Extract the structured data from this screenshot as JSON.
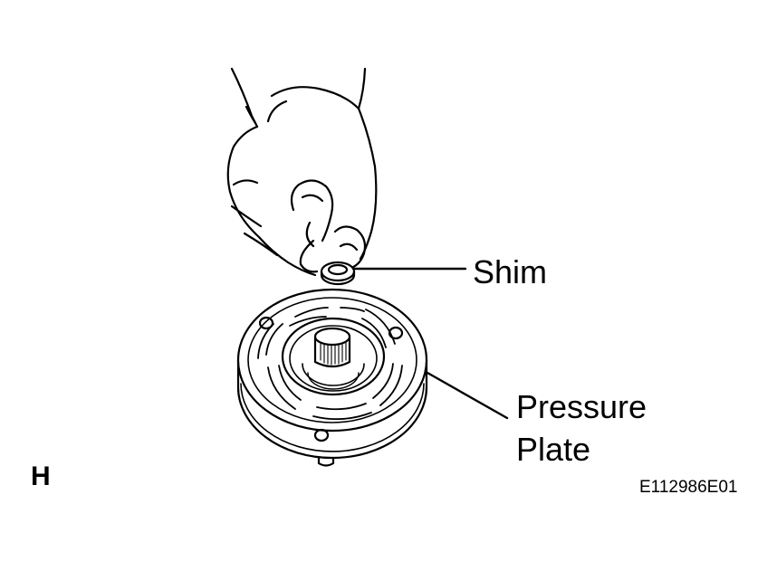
{
  "labels": {
    "shim": "Shim",
    "pressure_plate_line1": "Pressure",
    "pressure_plate_line2": "Plate"
  },
  "corner_letter": "H",
  "figure_code": "E112986E01",
  "colors": {
    "line": "#000000",
    "background": "#ffffff"
  }
}
